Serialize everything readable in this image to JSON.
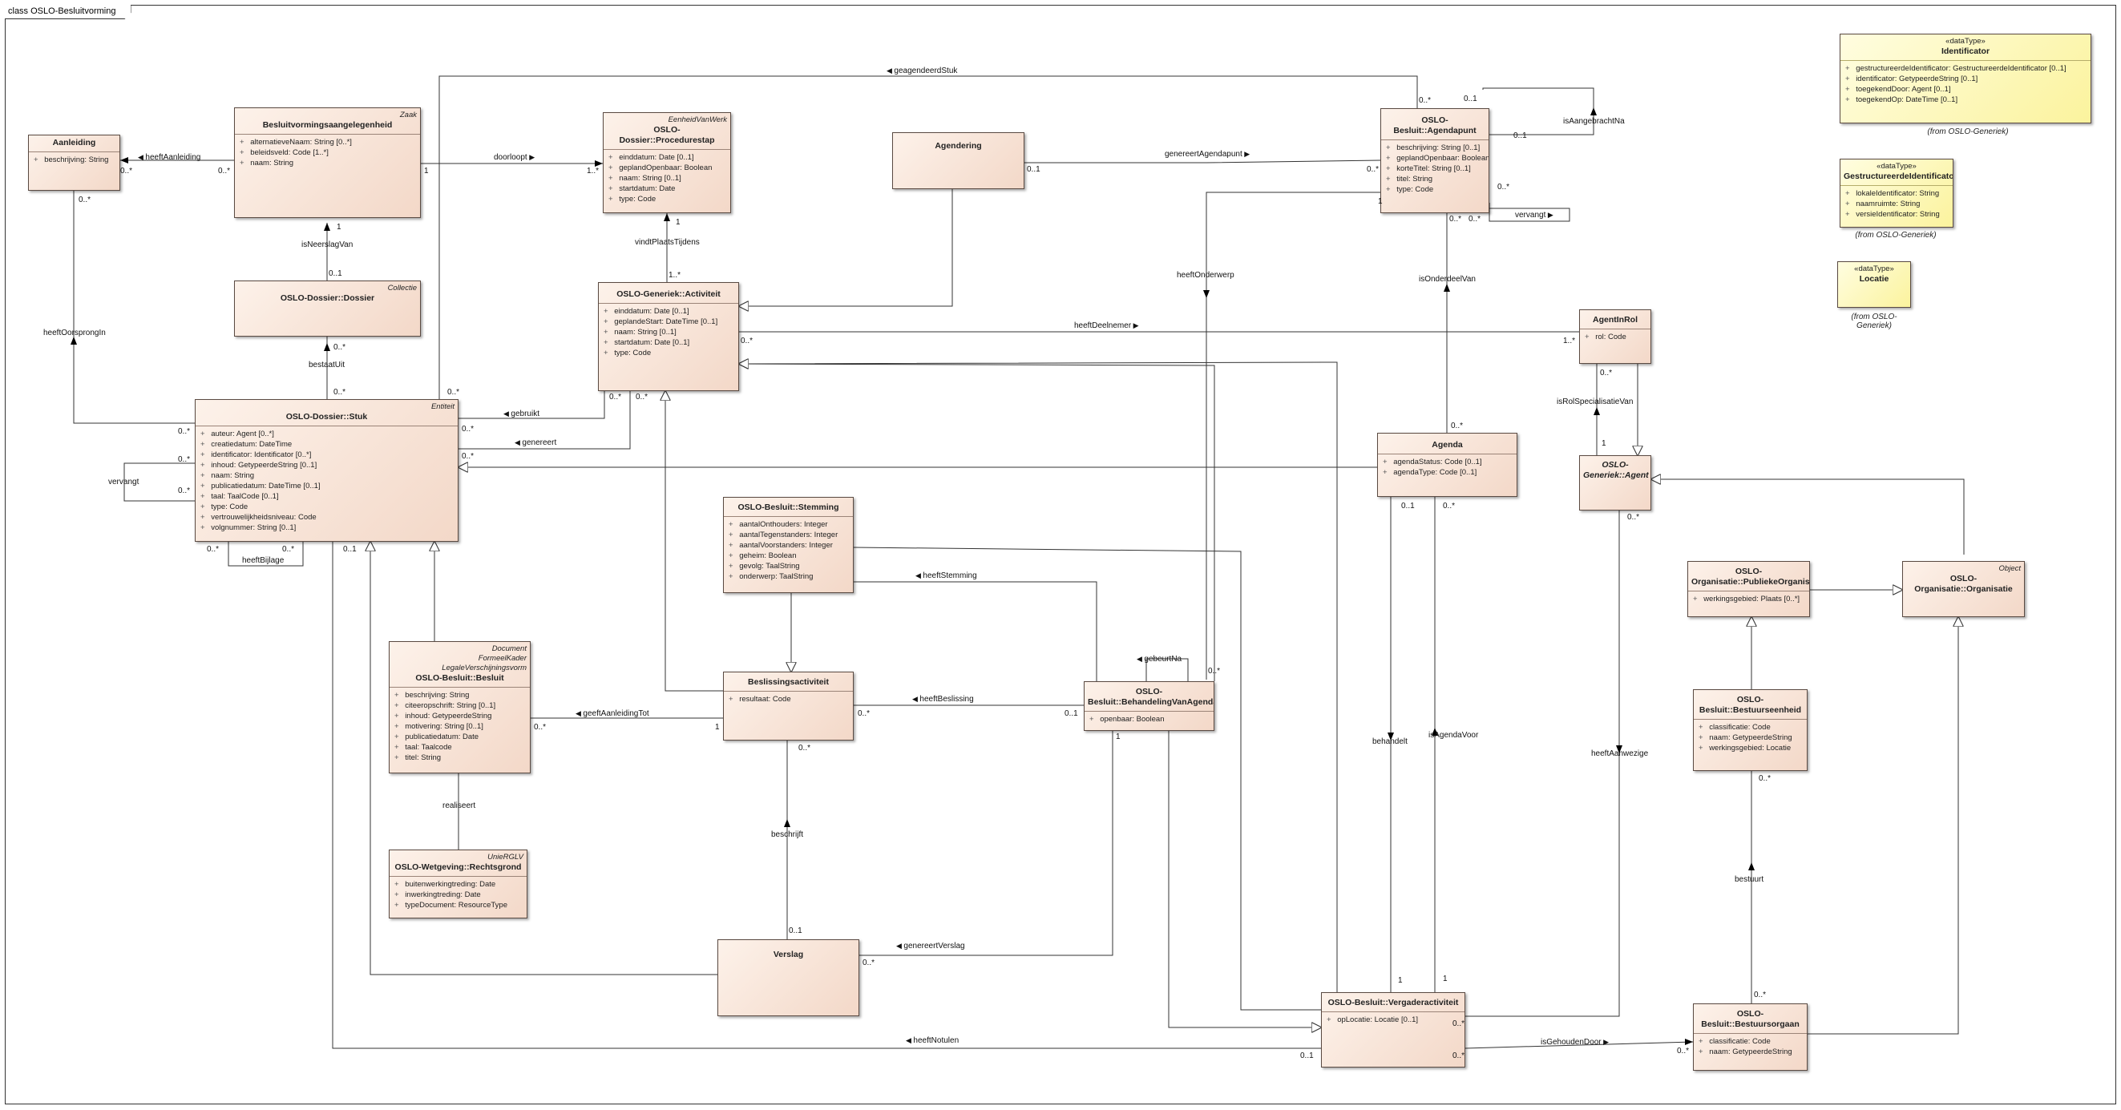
{
  "diagram": {
    "title": "class OSLO-Besluitvorming",
    "classes": [
      {
        "id": "aanleiding",
        "stereotype": "",
        "name": "Aanleiding",
        "attrs": [
          "beschrijving: String"
        ]
      },
      {
        "id": "besluitvormingsaangelegenheid",
        "stereotype": "Zaak",
        "name": "Besluitvormingsaangelegenheid",
        "attrs": [
          "alternatieveNaam: String [0..*]",
          "beleidsveld: Code [1..*]",
          "naam: String"
        ]
      },
      {
        "id": "procedurestap",
        "stereotype": "EenheidVanWerk",
        "name": "OSLO-Dossier::Procedurestap",
        "attrs": [
          "einddatum: Date [0..1]",
          "geplandOpenbaar: Boolean",
          "naam: String [0..1]",
          "startdatum: Date",
          "type: Code"
        ]
      },
      {
        "id": "agendering",
        "stereotype": "",
        "name": "Agendering",
        "attrs": []
      },
      {
        "id": "agendapunt",
        "stereotype": "",
        "name": "OSLO-Besluit::Agendapunt",
        "attrs": [
          "beschrijving: String [0..1]",
          "geplandOpenbaar: Boolean",
          "korteTitel: String [0..1]",
          "titel: String",
          "type: Code"
        ]
      },
      {
        "id": "dossier",
        "stereotype": "Collectie",
        "name": "OSLO-Dossier::Dossier",
        "attrs": []
      },
      {
        "id": "activiteit",
        "stereotype": "",
        "name": "OSLO-Generiek::Activiteit",
        "attrs": [
          "einddatum: Date [0..1]",
          "geplandeStart: DateTime [0..1]",
          "naam: String [0..1]",
          "startdatum: Date [0..1]",
          "type: Code"
        ]
      },
      {
        "id": "stuk",
        "stereotype": "Entiteit",
        "name": "OSLO-Dossier::Stuk",
        "attrs": [
          "auteur: Agent [0..*]",
          "creatiedatum: DateTime",
          "identificator: Identificator [0..*]",
          "inhoud: GetypeerdeString [0..1]",
          "naam: String",
          "publicatiedatum: DateTime [0..1]",
          "taal: TaalCode [0..1]",
          "type: Code",
          "vertrouwelijkheidsniveau: Code",
          "volgnummer: String [0..1]"
        ]
      },
      {
        "id": "agentinrol",
        "stereotype": "",
        "name": "AgentInRol",
        "attrs": [
          "rol: Code"
        ]
      },
      {
        "id": "agenda",
        "stereotype": "",
        "name": "Agenda",
        "attrs": [
          "agendaStatus: Code [0..1]",
          "agendaType: Code [0..1]"
        ]
      },
      {
        "id": "agent",
        "stereotype": "",
        "name": "OSLO-Generiek::Agent",
        "attrs": []
      },
      {
        "id": "stemming",
        "stereotype": "",
        "name": "OSLO-Besluit::Stemming",
        "attrs": [
          "aantalOnthouders: Integer",
          "aantalTegenstanders: Integer",
          "aantalVoorstanders: Integer",
          "geheim: Boolean",
          "gevolg: TaalString",
          "onderwerp: TaalString"
        ]
      },
      {
        "id": "publiekeorganisatie",
        "stereotype": "",
        "name": "OSLO-Organisatie::PubliekeOrganisatie",
        "attrs": [
          "werkingsgebied: Plaats [0..*]"
        ]
      },
      {
        "id": "organisatie",
        "stereotype": "Object",
        "name": "OSLO-Organisatie::Organisatie",
        "attrs": []
      },
      {
        "id": "besluit",
        "stereotype": "Document\nFormeelKader\nLegaleVerschijningsvorm",
        "name": "OSLO-Besluit::Besluit",
        "attrs": [
          "beschrijving: String",
          "citeeropschrift: String [0..1]",
          "inhoud: GetypeerdeString",
          "motivering: String [0..1]",
          "publicatiedatum: Date",
          "taal: Taalcode",
          "titel: String"
        ]
      },
      {
        "id": "beslissingsactiviteit",
        "stereotype": "",
        "name": "Beslissingsactiviteit",
        "attrs": [
          "resultaat: Code"
        ]
      },
      {
        "id": "behandeling",
        "stereotype": "",
        "name": "OSLO-Besluit::BehandelingVanAgendapunt",
        "attrs": [
          "openbaar: Boolean"
        ]
      },
      {
        "id": "bestuurseenheid",
        "stereotype": "",
        "name": "OSLO-Besluit::Bestuurseenheid",
        "attrs": [
          "classificatie: Code",
          "naam: GetypeerdeString",
          "werkingsgebied: Locatie"
        ]
      },
      {
        "id": "rechtsgrond",
        "stereotype": "UnieRGLV",
        "name": "OSLO-Wetgeving::Rechtsgrond",
        "attrs": [
          "buitenwerkingtreding: Date",
          "inwerkingtreding: Date",
          "typeDocument: ResourceType"
        ]
      },
      {
        "id": "verslag",
        "stereotype": "",
        "name": "Verslag",
        "attrs": []
      },
      {
        "id": "vergaderactiviteit",
        "stereotype": "",
        "name": "OSLO-Besluit::Vergaderactiviteit",
        "attrs": [
          "opLocatie: Locatie [0..1]"
        ]
      },
      {
        "id": "bestuursorgaan",
        "stereotype": "",
        "name": "OSLO-Besluit::Bestuursorgaan",
        "attrs": [
          "classificatie: Code",
          "naam: GetypeerdeString"
        ]
      }
    ],
    "datatypes": [
      {
        "id": "identificator",
        "stereotype": "«dataType»",
        "name": "Identificator",
        "attrs": [
          "gestructureerdeIdentificator: GestructureerdeIdentificator [0..1]",
          "identificator: GetypeerdeString [0..1]",
          "toegekendDoor: Agent [0..1]",
          "toegekendOp: DateTime [0..1]"
        ],
        "from": "(from OSLO-Generiek)"
      },
      {
        "id": "gestructureerde",
        "stereotype": "«dataType»",
        "name": "GestructureerdeIdentificator",
        "attrs": [
          "lokaleIdentificator: String",
          "naamruimte: String",
          "versieIdentificator: String"
        ],
        "from": "(from OSLO-Generiek)"
      },
      {
        "id": "locatie",
        "stereotype": "«dataType»",
        "name": "Locatie",
        "attrs": [],
        "from": "(from OSLO-\nGeneriek)"
      }
    ],
    "labels": {
      "geagendeerdStuk": "geagendeerdStuk",
      "isAangebrachtNa": "isAangebrachtNa",
      "heeftAanleiding": "heeftAanleiding",
      "doorloopt": "doorloopt",
      "genereertAgendapunt": "genereertAgendapunt",
      "isNeerslagVan": "isNeerslagVan",
      "vindtPlaatsTijdens": "vindtPlaatsTijdens",
      "heeftOnderwerp": "heeftOnderwerp",
      "isOnderdeelVan": "isOnderdeelVan",
      "vervangt": "vervangt",
      "heeftOorsprongIn": "heeftOorsprongIn",
      "bestaatUit": "bestaatUit",
      "heeftDeelnemer": "heeftDeelnemer",
      "gebruikt": "gebruikt",
      "genereert": "genereert",
      "isRolSpecialisatieVan": "isRolSpecialisatieVan",
      "heeftBijlage": "heeftBijlage",
      "heeftStemming": "heeftStemming",
      "gebeurtNa": "gebeurtNa",
      "geeftAanleidingTot": "geeftAanleidingTot",
      "heeftBeslissing": "heeftBeslissing",
      "realiseert": "realiseert",
      "beschrijft": "beschrijft",
      "behandelt": "behandelt",
      "isAgendaVoor": "isAgendaVoor",
      "heeftAanwezige": "heeftAanwezige",
      "bestuurt": "bestuurt",
      "genereertVerslag": "genereertVerslag",
      "heeftNotulen": "heeftNotulen",
      "isGehoudenDoor": "isGehoudenDoor"
    },
    "multiplicities": {
      "m_0star": "0..*",
      "m_0_1": "0..1",
      "m_1": "1",
      "m_1star": "1..*"
    }
  }
}
